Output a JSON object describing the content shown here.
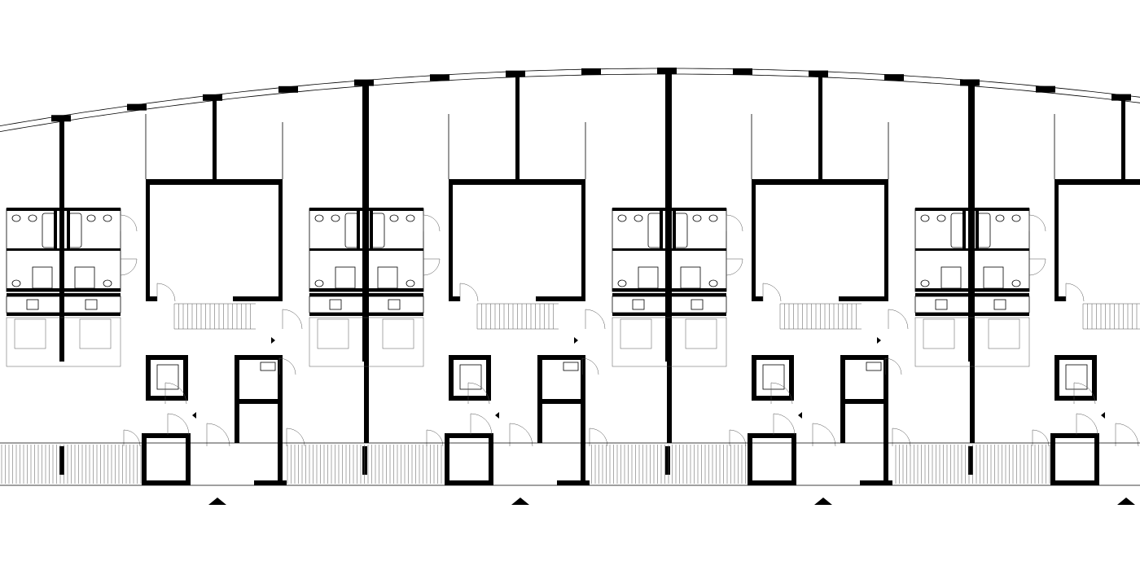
{
  "drawing": {
    "type": "architectural-floor-plan",
    "modules": 4,
    "bays_per_module": 2,
    "entrance_markers": 4,
    "line_color": "#000000",
    "background": "#ffffff",
    "icons": [
      "entrance-triangle-icon",
      "door-swing-icon",
      "stair-icon",
      "bathtub-icon",
      "toilet-icon",
      "sink-icon",
      "kitchen-hob-icon"
    ]
  }
}
